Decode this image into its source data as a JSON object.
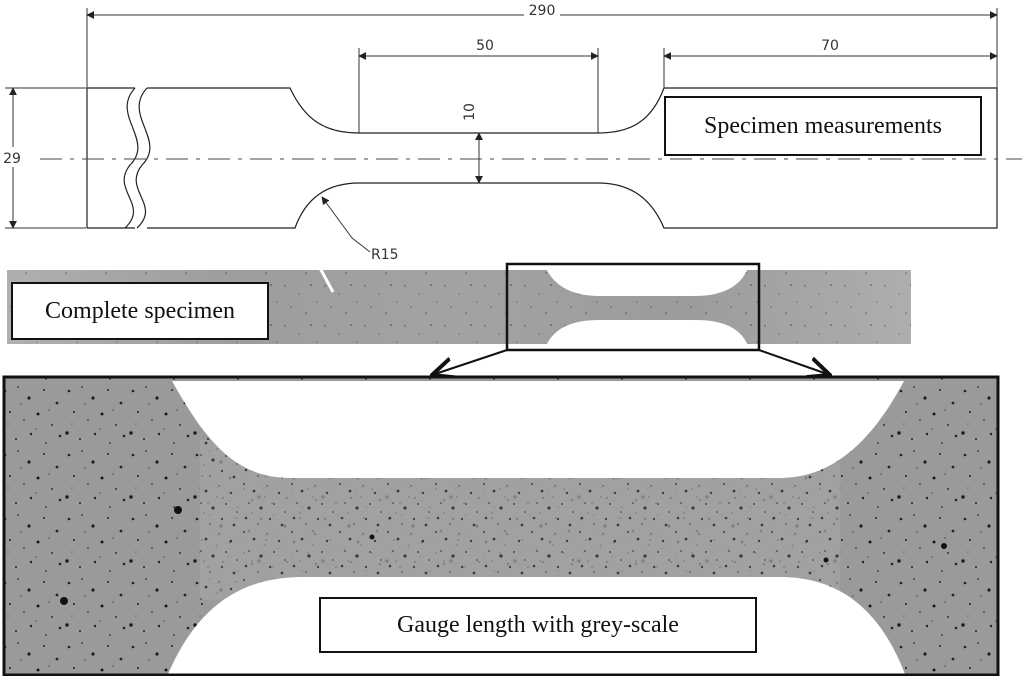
{
  "drawing": {
    "overall_length": "290",
    "gauge_length": "50",
    "grip_length": "70",
    "width": "29",
    "gauge_width": "10",
    "radius": "R15"
  },
  "labels": {
    "specimen_measurements": "Specimen measurements",
    "complete_specimen": "Complete specimen",
    "gauge_length_greyscale": "Gauge length with grey-scale"
  },
  "colors": {
    "line": "#222222",
    "specimen_grey": "#9e9e9e",
    "speckle": "#1a1a1a"
  },
  "icons": [
    "arrow-left-icon",
    "arrow-right-icon"
  ]
}
